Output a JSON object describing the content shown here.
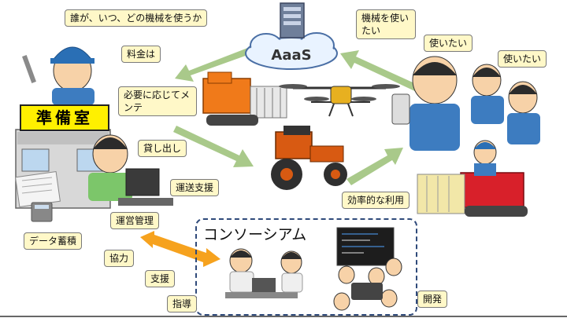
{
  "title": "",
  "server_label": "AaaS",
  "building_sign": "準備室",
  "consortium_label": "コンソーシアム",
  "bubbles": {
    "who_when": "誰が、いつ、どの機械を使うか",
    "fee": "料金は",
    "maintenance": "必要に応じてメンテ",
    "lending": "貸し出し",
    "transport": "運送支援",
    "operation": "運営管理",
    "data": "データ蓄積",
    "cooperation": "協力",
    "support": "支援",
    "guidance": "指導",
    "want_machine": "機械を使いたい",
    "want1": "使いたい",
    "want2": "使いたい",
    "efficient": "効率的な利用",
    "development": "開発"
  },
  "colors": {
    "arrow_green": "#a9c98a",
    "arrow_orange": "#f6a21e",
    "sign_yellow": "#fff000",
    "bubble_fill": "#fff8c8",
    "consortium_border": "#2f4a7a"
  }
}
